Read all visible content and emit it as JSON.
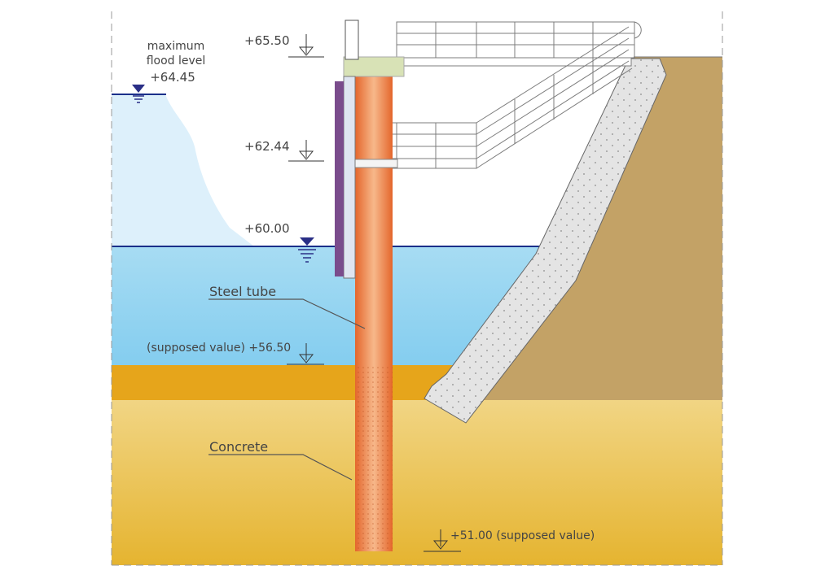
{
  "levels": {
    "flood_caption_1": "maximum",
    "flood_caption_2": "flood level",
    "flood_value": "+64.45",
    "top": "+65.50",
    "deck": "+62.44",
    "water": "+60.00",
    "seabed": "(supposed value) +56.50",
    "pile_tip": "+51.00 (supposed value)"
  },
  "labels": {
    "steel_tube": "Steel tube",
    "concrete": "Concrete"
  },
  "colors": {
    "flood_water": "#ddf0fb",
    "water": "#8fd4f1",
    "water_surface": "#1a2f8a",
    "sand_band": "#e6a51b",
    "soil": "#f1cf66",
    "embankment": "#c3a266",
    "revetment": "#e4e4e4",
    "steel_tube": "#e98a52",
    "fender": "#7a4c8c",
    "pile_cap": "#d8e2b6",
    "symbol": "#2a2f86"
  }
}
